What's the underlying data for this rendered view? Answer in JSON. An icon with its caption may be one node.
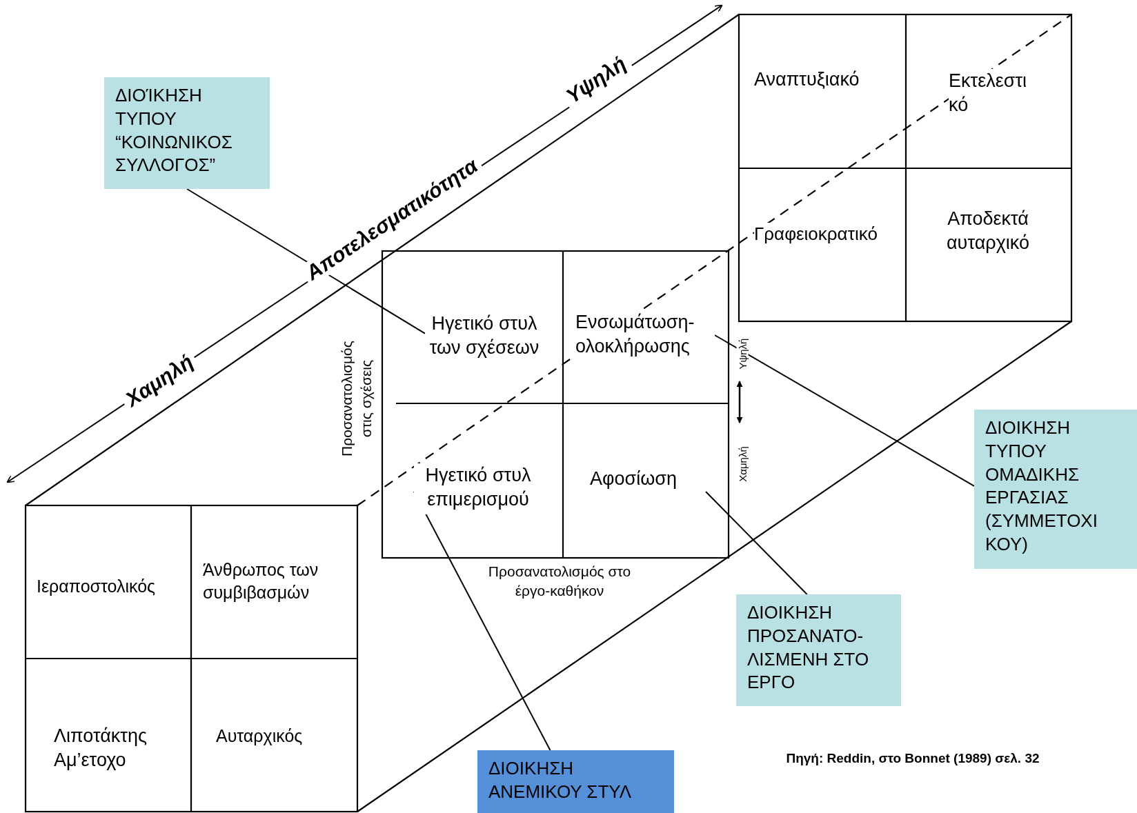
{
  "diagram": {
    "nodes": [
      {
        "text": [
          "ΔΙΟΊΚΗΣΗ ΤΥΠΟΥ “ΚΟΙΝΩΝΙΚΟΣ ΣΥΛΛΟΓΟΣ”"
        ]
      },
      {
        "text": [
          "Αναπτυξιακό"
        ]
      },
      {
        "text": [
          "Εκτελεστι κό"
        ]
      },
      {
        "text": [
          "Γραφειοκρατικό"
        ]
      },
      {
        "text": [
          "Αποδεκτά αυταρχικό"
        ]
      },
      {
        "text": [
          "Ηγετικό στυλ των σχέσεων"
        ]
      },
      {
        "text": [
          "Ενσωμάτωση- ολοκλήρωσης"
        ]
      },
      {
        "text": [
          "Ηγετικό στυλ επιμερισμού"
        ]
      },
      {
        "text": [
          "Αφοσίωση"
        ]
      },
      {
        "text": [
          "ΔΙΟΙΚΗΣΗ ΤΥΠΟΥ ΟΜΑΔΙΚΗΣ ΕΡΓΑΣΙΑΣ (ΣΥΜΜΕΤΟΧΙ ΚΟΥ)"
        ]
      },
      {
        "text": [
          "Ιεραποστολικός"
        ]
      },
      {
        "text": [
          "Άνθρωπος των συμβιβασμών"
        ]
      },
      {
        "text": [
          "Λιποτάκτης Αμ’ετοχο"
        ]
      },
      {
        "text": [
          "Αυταρχικός"
        ]
      },
      {
        "text": [
          "ΔΙΟΙΚΗΣΗ ΠΡΟΣΑΝΑΤΟ- ΛΙΣΜΕΝΗ ΣΤΟ ΕΡΓΟ"
        ]
      },
      {
        "text": [
          "ΔΙΟΙΚΗΣΗ ΑΝΕΜΙΚΟΥ ΣΤΥΛ"
        ]
      }
    ],
    "edges": [
      {
        "from": 0,
        "to": 5,
        "arrow": "none"
      },
      {
        "from": 9,
        "to": 6,
        "arrow": "none"
      },
      {
        "from": 14,
        "to": 8,
        "arrow": "none"
      },
      {
        "from": 15,
        "to": 7,
        "arrow": "none"
      }
    ],
    "labels": [
      "Υψηλή",
      "Αποτελεσματικότητα",
      "Χαμηλή",
      "Προσανατολισμός στις σχέσεις",
      "Υψηλή",
      "Χαμηλή",
      "Προσανατολισμός στο έργο-καθήκον",
      "Πηγή: Reddin, στο Bonnet (1989) σελ. 32"
    ]
  }
}
